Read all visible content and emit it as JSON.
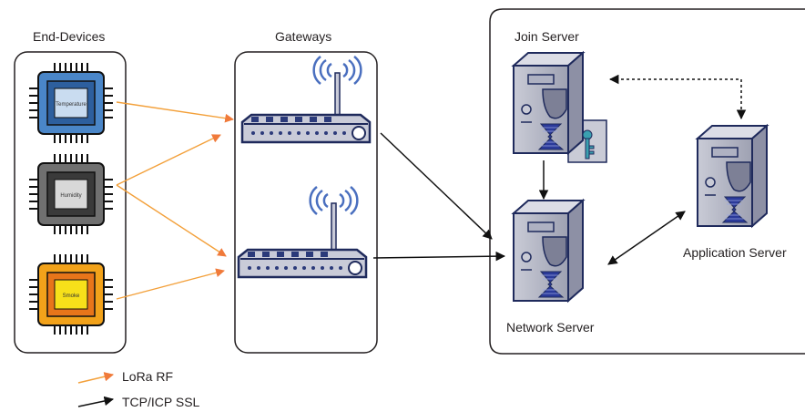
{
  "sections": {
    "end_devices": "End-Devices",
    "gateways": "Gateways"
  },
  "servers": {
    "join": "Join Server",
    "network": "Network Server",
    "application": "Application Server"
  },
  "devices": [
    {
      "label": "Temperature",
      "color": "#4a86c8"
    },
    {
      "label": "Humidity",
      "color": "#707070"
    },
    {
      "label": "Smoke",
      "color": "#f2a21a"
    }
  ],
  "legend": [
    {
      "label": "LoRa RF",
      "color": "#f07a3a"
    },
    {
      "label": "TCP/ICP SSL",
      "color": "#111111"
    }
  ]
}
